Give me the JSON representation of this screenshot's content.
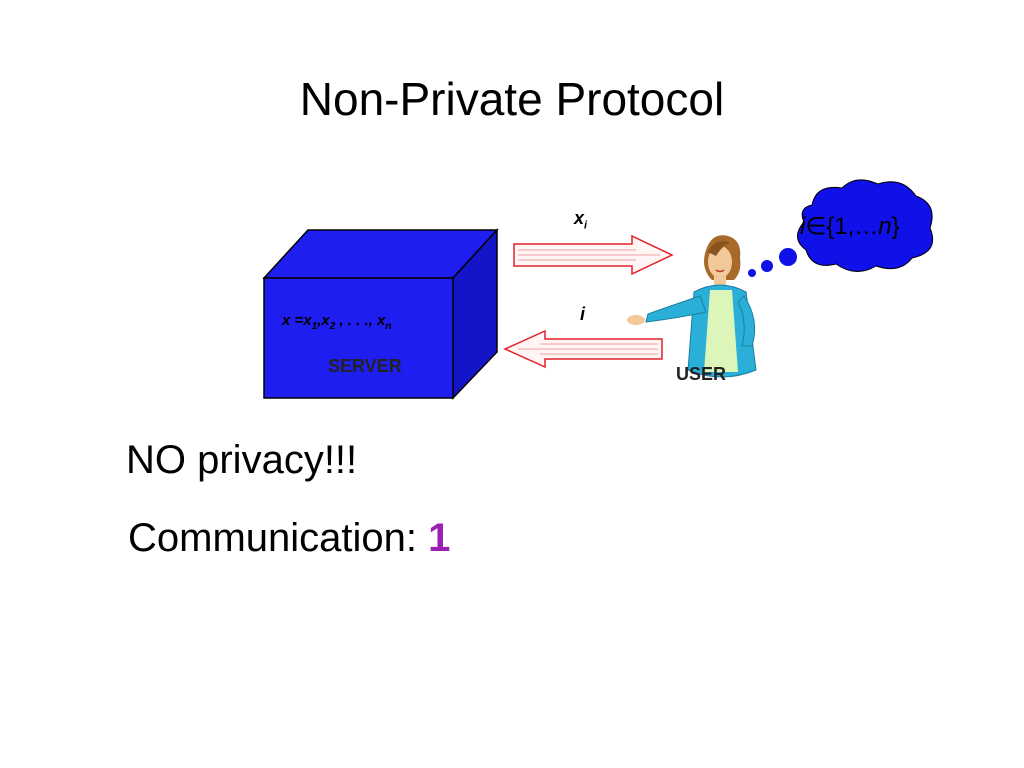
{
  "slide": {
    "title": "Non-Private Protocol"
  },
  "server": {
    "formula_var": "x",
    "formula_eq": " =",
    "formula_x": "x",
    "sub1": "1",
    "sep1": ",",
    "sub2": "2",
    "sep2": " , . . ., ",
    "subn": "n",
    "label": "SERVER",
    "color": "#1e1ef0"
  },
  "arrows": {
    "top_label_var": "x",
    "top_label_sub": "i",
    "bottom_label": "i",
    "color": "#e0202a"
  },
  "user": {
    "label": "USER"
  },
  "thought": {
    "var": "i",
    "set": "∈{1,…",
    "n": "n",
    "close": "}",
    "color": "#1010e8"
  },
  "body": {
    "privacy": "NO privacy!!!",
    "comm_label": "Communication: ",
    "comm_value": "1"
  }
}
